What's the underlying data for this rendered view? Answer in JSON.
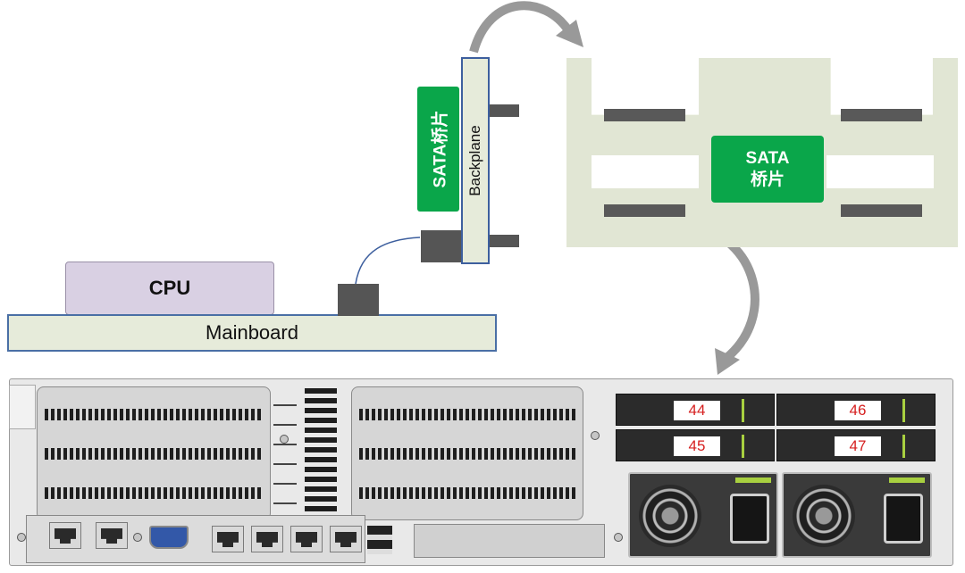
{
  "labels": {
    "cpu": "CPU",
    "mainboard": "Mainboard",
    "backplane": "Backplane",
    "bridge_vertical": "SATA桥片",
    "bridge_line1": "SATA",
    "bridge_line2": "桥片"
  },
  "drive_bays": [
    "44",
    "46",
    "45",
    "47"
  ],
  "colors": {
    "bridge_green": "#0aa64a",
    "cpu_lilac": "#d9d0e3",
    "board_beige": "#e6ebda",
    "outline_blue": "#4a6fa5",
    "bay_label_red": "#d62020"
  }
}
